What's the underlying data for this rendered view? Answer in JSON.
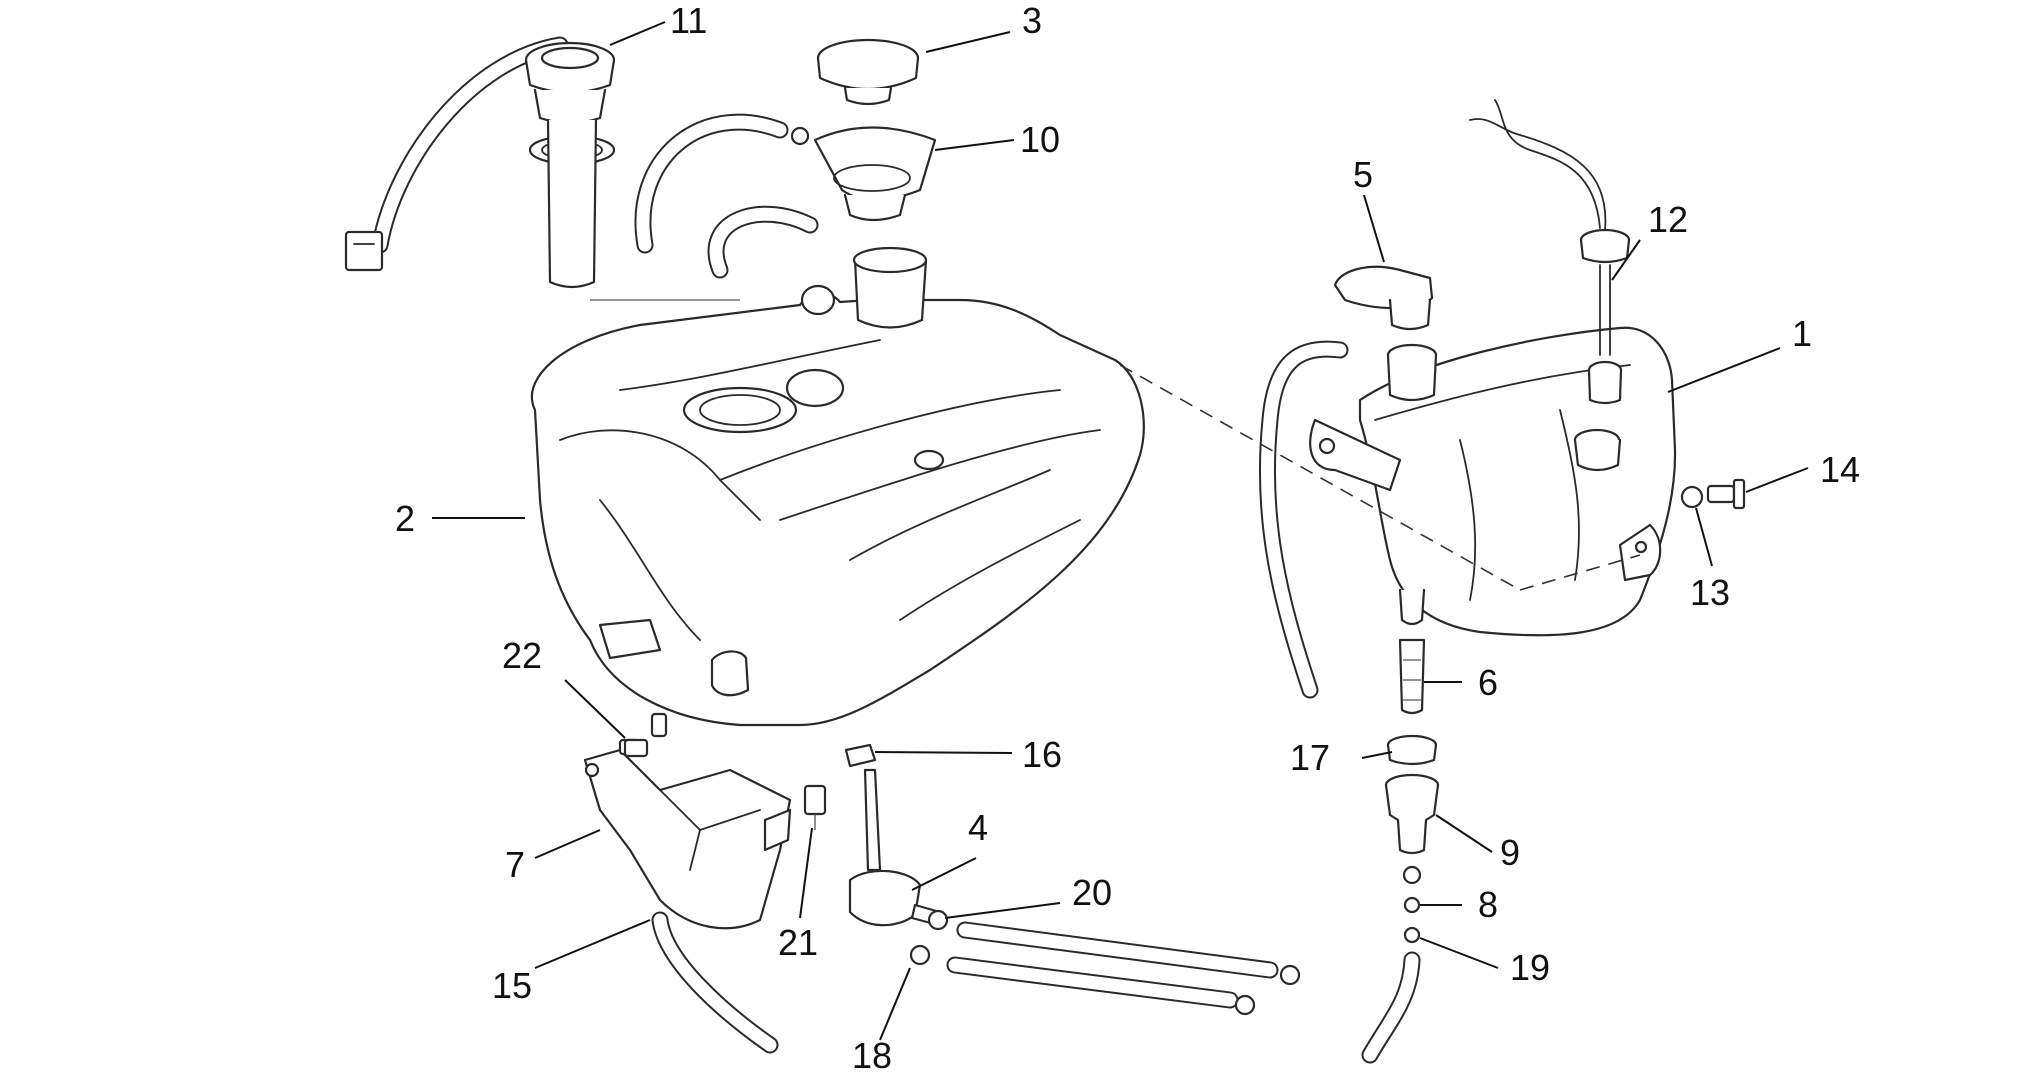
{
  "diagram": {
    "callouts": [
      {
        "id": "callout-1",
        "text": "1"
      },
      {
        "id": "callout-2",
        "text": "2"
      },
      {
        "id": "callout-3",
        "text": "3"
      },
      {
        "id": "callout-4",
        "text": "4"
      },
      {
        "id": "callout-5",
        "text": "5"
      },
      {
        "id": "callout-6",
        "text": "6"
      },
      {
        "id": "callout-7",
        "text": "7"
      },
      {
        "id": "callout-8",
        "text": "8"
      },
      {
        "id": "callout-9",
        "text": "9"
      },
      {
        "id": "callout-10",
        "text": "10"
      },
      {
        "id": "callout-11",
        "text": "11"
      },
      {
        "id": "callout-12",
        "text": "12"
      },
      {
        "id": "callout-13",
        "text": "13"
      },
      {
        "id": "callout-14",
        "text": "14"
      },
      {
        "id": "callout-15",
        "text": "15"
      },
      {
        "id": "callout-16",
        "text": "16"
      },
      {
        "id": "callout-17",
        "text": "17"
      },
      {
        "id": "callout-18",
        "text": "18"
      },
      {
        "id": "callout-19",
        "text": "19"
      },
      {
        "id": "callout-20",
        "text": "20"
      },
      {
        "id": "callout-21",
        "text": "21"
      },
      {
        "id": "callout-22",
        "text": "22"
      }
    ]
  }
}
